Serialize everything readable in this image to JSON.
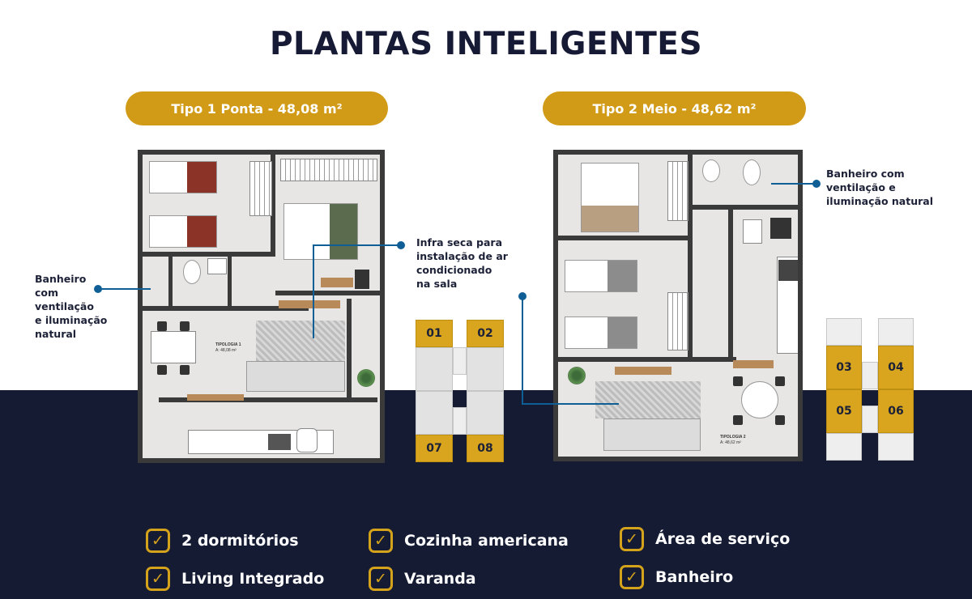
{
  "title": "PLANTAS INTELIGENTES",
  "plans": [
    {
      "label": "Tipo 1 Ponta - 48,08 m²",
      "plan_label": "TIPOLOGIA 1",
      "plan_area": "A: 48,08 m²",
      "callouts": [
        {
          "text": "Banheiro com ventilação e iluminação natural",
          "lines": [
            "Banheiro",
            "com",
            "ventilação",
            "e iluminação",
            "natural"
          ]
        },
        {
          "text": "Infra seca para instalação de ar condicionado na sala",
          "lines": [
            "Infra seca para",
            "instalação de ar",
            "condicionado",
            "na sala"
          ]
        }
      ]
    },
    {
      "label": "Tipo 2 Meio - 48,62 m²",
      "plan_label": "TIPOLOGIA 2",
      "plan_area": "A: 48,62 m²",
      "callouts": [
        {
          "text": "Banheiro com ventilação e iluminação natural",
          "lines": [
            "Banheiro com",
            "ventilação e",
            "iluminação natural"
          ]
        }
      ]
    }
  ],
  "unit_blocks": [
    {
      "units": [
        "01",
        "02",
        "07",
        "08"
      ]
    },
    {
      "units": [
        "03",
        "04",
        "05",
        "06"
      ]
    }
  ],
  "features": [
    "2 dormitórios",
    "Living Integrado",
    "Cozinha americana",
    "Varanda",
    "Área de serviço",
    "Banheiro"
  ],
  "colors": {
    "navy": "#151b33",
    "gold": "#d19b17",
    "accent_blue": "#0f5f96",
    "title": "#161a34"
  },
  "icons": {
    "check": "checkbox-check-icon",
    "callout_dot": "callout-dot-icon"
  }
}
